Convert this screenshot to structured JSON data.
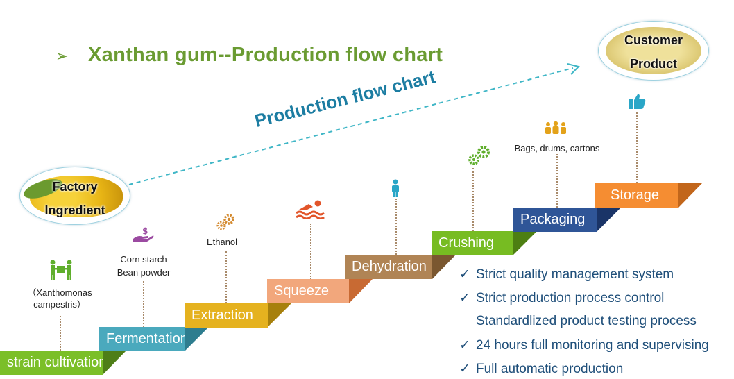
{
  "title": {
    "arrow": "➢",
    "text": "Xanthan gum--Production flow chart"
  },
  "trend_label": "Production flow chart",
  "factory": {
    "line1": "Factory",
    "line2": "Ingredient"
  },
  "customer": {
    "line1": "Customer",
    "line2": "Product"
  },
  "steps": [
    {
      "label": "strain cultivation",
      "color": "#7bbf28",
      "edge": "#4e7e17"
    },
    {
      "label": "Fermentation",
      "color": "#4aa9bd",
      "edge": "#2e7d8f"
    },
    {
      "label": "Extraction",
      "color": "#e5b21f",
      "edge": "#a7800d"
    },
    {
      "label": "Squeeze",
      "color": "#f2a77c",
      "edge": "#c86a33"
    },
    {
      "label": "Dehydration",
      "color": "#b08455",
      "edge": "#7a5730"
    },
    {
      "label": "Crushing",
      "color": "#77bc22",
      "edge": "#4d7f12"
    },
    {
      "label": "Packaging",
      "color": "#2f5597",
      "edge": "#1a3467"
    },
    {
      "label": "Storage",
      "color": "#f58d32",
      "edge": "#c2661b"
    }
  ],
  "notes": {
    "xanthomonas": "（Xanthomonas\ncampestris）",
    "corn_starch": "Corn starch",
    "bean_powder": "Bean powder",
    "ethanol": "Ethanol",
    "bags": "Bags, drums, cartons"
  },
  "icons": {
    "strain": "people-carry-box-icon",
    "fermentation": "hand-money-icon",
    "extraction": "gears-icon",
    "squeeze": "swimmer-icon",
    "dehydration": "person-icon",
    "crushing": "gears-icon",
    "packaging": "people-group-icon",
    "storage": "thumbs-up-icon"
  },
  "checklist": [
    {
      "tick": "✓",
      "text": "Strict quality management system"
    },
    {
      "tick": "✓",
      "text": "Strict production process control"
    },
    {
      "tick": "",
      "text": "Standardlized product testing process"
    },
    {
      "tick": "✓",
      "text": "24 hours full monitoring and supervising"
    },
    {
      "tick": "✓",
      "text": "Full automatic production"
    }
  ]
}
